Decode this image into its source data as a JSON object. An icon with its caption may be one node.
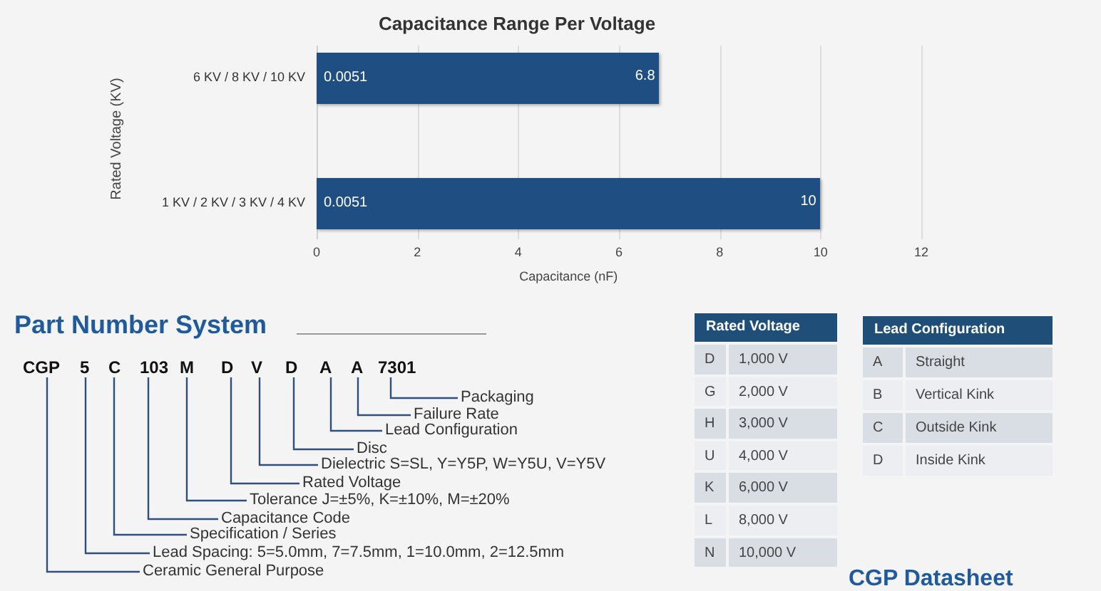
{
  "diagram": {
    "nodes": [
      {
        "text": [
          "CGP"
        ]
      },
      {
        "text": [
          "5"
        ]
      },
      {
        "text": [
          "C"
        ]
      },
      {
        "text": [
          "103"
        ]
      },
      {
        "text": [
          "M"
        ]
      },
      {
        "text": [
          "D"
        ]
      },
      {
        "text": [
          "V"
        ]
      },
      {
        "text": [
          "D"
        ]
      },
      {
        "text": [
          "A"
        ]
      },
      {
        "text": [
          "A"
        ]
      },
      {
        "text": [
          "7301"
        ]
      },
      {
        "text": [
          "Packaging"
        ]
      },
      {
        "text": [
          "Failure Rate"
        ]
      },
      {
        "text": [
          "Lead Configuration"
        ]
      },
      {
        "text": [
          "Disc"
        ]
      },
      {
        "text": [
          "Dielectric S=SL, Y=Y5P, W=Y5U, V=Y5V"
        ]
      },
      {
        "text": [
          "Rated Voltage"
        ]
      },
      {
        "text": [
          "Tolerance J=±5%, K=±10%, M=±20%"
        ]
      },
      {
        "text": [
          "Capacitance Code"
        ]
      },
      {
        "text": [
          "Specification / Series"
        ]
      },
      {
        "text": [
          "Lead Spacing: 5=5.0mm, 7=7.5mm, 1=10.0mm, 2=12.5mm"
        ]
      },
      {
        "text": [
          "Ceramic General Purpose"
        ]
      }
    ],
    "edges": [
      {
        "from": 10,
        "to": 11,
        "arrow": "none"
      },
      {
        "from": 9,
        "to": 12,
        "arrow": "none"
      },
      {
        "from": 8,
        "to": 13,
        "arrow": "none"
      },
      {
        "from": 7,
        "to": 14,
        "arrow": "none"
      },
      {
        "from": 6,
        "to": 15,
        "arrow": "none"
      },
      {
        "from": 5,
        "to": 16,
        "arrow": "none"
      },
      {
        "from": 4,
        "to": 17,
        "arrow": "none"
      },
      {
        "from": 3,
        "to": 18,
        "arrow": "none"
      },
      {
        "from": 2,
        "to": 19,
        "arrow": "none"
      },
      {
        "from": 1,
        "to": 20,
        "arrow": "none"
      },
      {
        "from": 0,
        "to": 21,
        "arrow": "none"
      }
    ],
    "labels": [
      "Part Number System",
      "Rated Voltage",
      "D",
      "1,000 V",
      "G",
      "2,000 V",
      "H",
      "3,000 V",
      "U",
      "4,000 V",
      "K",
      "6,000 V",
      "L",
      "8,000 V",
      "N",
      "10,000 V",
      "Lead Configuration",
      "A",
      "Straight",
      "B",
      "Vertical Kink",
      "C",
      "Outside Kink",
      "D",
      "Inside Kink",
      "CGP Datasheet"
    ],
    "chart_data": {
      "type": "bar",
      "orientation": "horizontal",
      "title": "Capacitance Range Per Voltage",
      "xlabel": "Capacitance (nF)",
      "ylabel": "Rated Voltage  (KV)",
      "categories": [
        "6 KV / 8 KV / 10 KV",
        "1 KV / 2 KV / 3 KV / 4 KV"
      ],
      "series": [
        {
          "color": "#1f4e82",
          "values": [
            6.8,
            10
          ]
        }
      ],
      "xticks": [
        0,
        2,
        4,
        6,
        8,
        10,
        12
      ],
      "xlim": [
        0,
        12
      ],
      "data_labels": true,
      "annotations": [
        "0.0051",
        "0.0051"
      ]
    }
  }
}
